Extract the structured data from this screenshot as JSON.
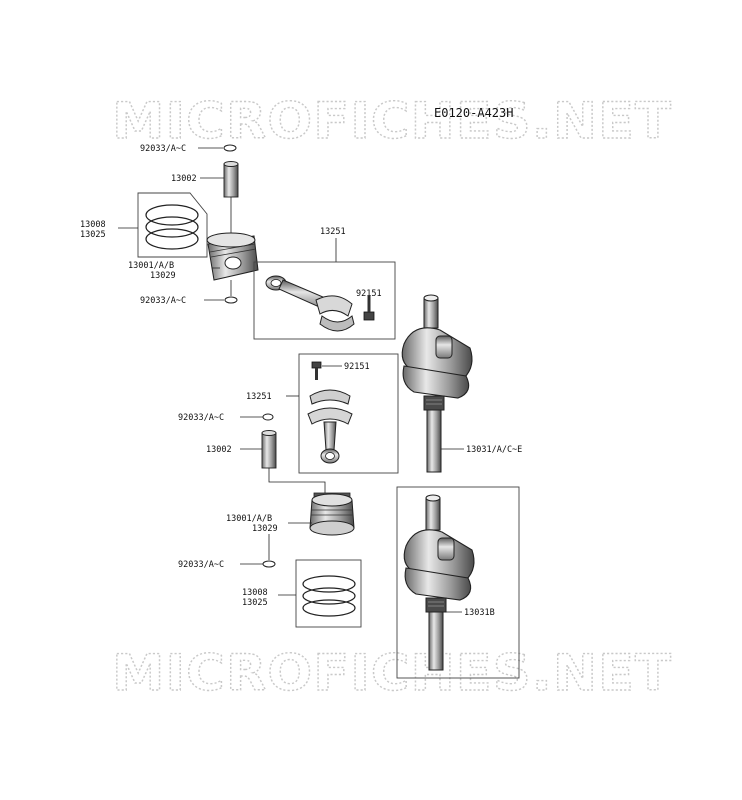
{
  "diagram_code": "E0120-A423H",
  "watermark": "MICROFICHES.NET",
  "labels": {
    "clip_top_1": "92033/A~C",
    "pin_1": "13002",
    "rings_1_a": "13008",
    "rings_1_b": "13025",
    "piston_1_a": "13001/A/B",
    "piston_1_b": "13029",
    "clip_bottom_1": "92033/A~C",
    "rod_1": "13251",
    "bolt_1": "92151",
    "bolt_2": "92151",
    "rod_2": "13251",
    "clip_top_2": "92033/A~C",
    "pin_2": "13002",
    "crank_1": "13031/A/C~E",
    "piston_2_a": "13001/A/B",
    "piston_2_b": "13029",
    "clip_bottom_2": "92033/A~C",
    "rings_2_a": "13008",
    "rings_2_b": "13025",
    "crank_2": "13031B"
  }
}
